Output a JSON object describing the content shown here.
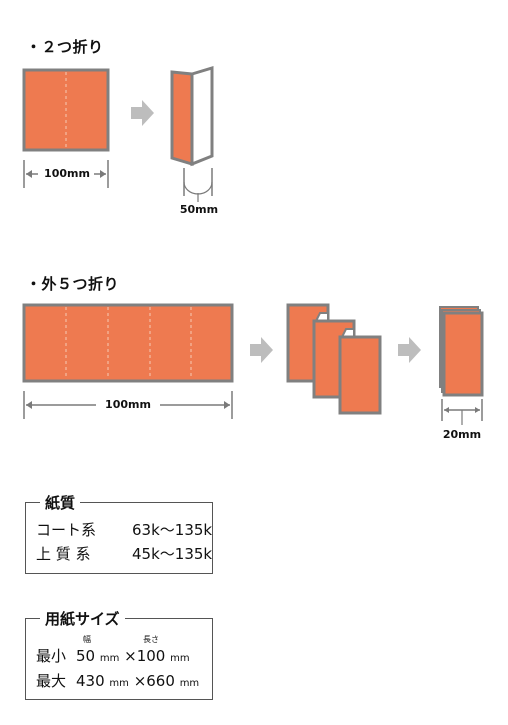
{
  "colors": {
    "panel_fill": "#EE7A50",
    "panel_stroke": "#808080",
    "fold_line": "#F7C9B5",
    "arrow": "#BDBDBD",
    "dim_line": "#7A7A7A"
  },
  "section1": {
    "title": "・２つ折り",
    "dim_width": "100mm",
    "dim_folded": "50mm"
  },
  "section2": {
    "title": "・外５つ折り",
    "dim_width": "100mm",
    "dim_folded": "20mm"
  },
  "paper": {
    "title": "紙質",
    "rows": [
      {
        "label": "コート系",
        "range": "63k〜135k"
      },
      {
        "label": "上 質 系",
        "range": "45k〜135k"
      }
    ]
  },
  "size": {
    "title": "用紙サイズ",
    "ruby_width": "幅",
    "ruby_length": "長さ",
    "rows": [
      {
        "label": "最小",
        "w": "50",
        "unit1": "mm",
        "times": "×",
        "h": "100",
        "unit2": "mm"
      },
      {
        "label": "最大",
        "w": "430",
        "unit1": "mm",
        "times": "×",
        "h": "660",
        "unit2": "mm"
      }
    ]
  }
}
